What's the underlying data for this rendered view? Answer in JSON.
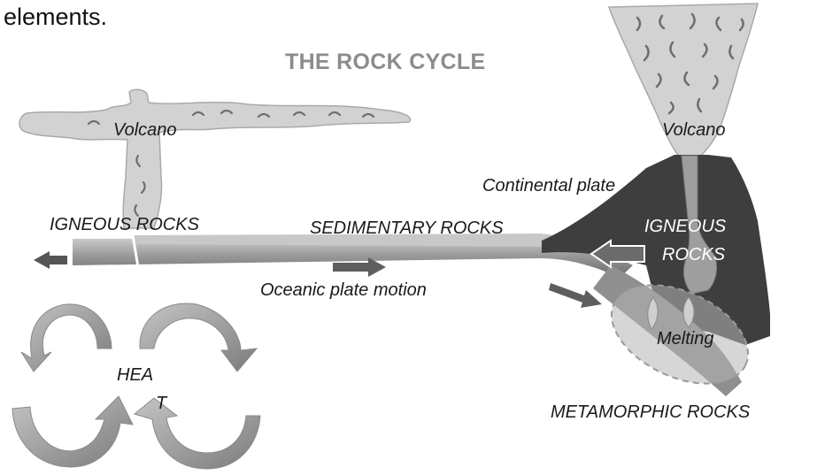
{
  "header_fragment": "elements.",
  "title": "THE ROCK CYCLE",
  "labels": {
    "volcano_left": "Volcano",
    "volcano_right": "Volcano",
    "continental_plate": "Continental plate",
    "igneous_left": "IGNEOUS ROCKS",
    "sedimentary": "SEDIMENTARY ROCKS",
    "igneous_right_line1": "IGNEOUS",
    "igneous_right_line2": "ROCKS",
    "oceanic_motion": "Oceanic plate motion",
    "melting": "Melting",
    "heat_line1": "HEA",
    "heat_line2": "T",
    "metamorphic": "METAMORPHIC ROCKS"
  },
  "colors": {
    "cloud": "#d3d3d3",
    "cloud_stroke": "#a8a8a8",
    "squiggle": "#6e6e6e",
    "mountain": "#3d3d3d",
    "crust_top": "#bdbdbd",
    "crust_mid": "#8a8a8a",
    "crust_dark": "#5e5e5e",
    "arrow": "#6a6a6a",
    "heat_arrow": "#9a9a9a",
    "title": "#8c8c8c"
  }
}
